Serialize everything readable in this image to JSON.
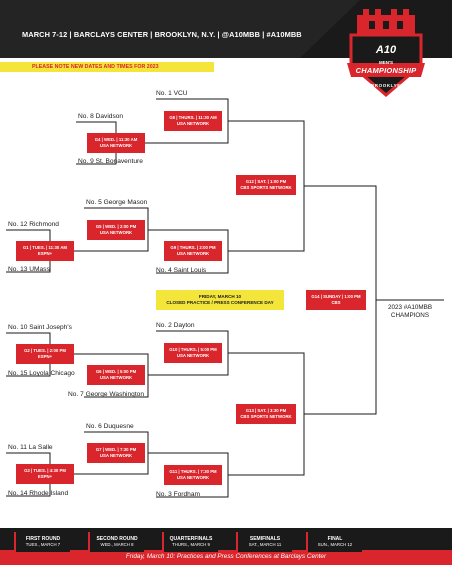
{
  "header": {
    "info": "MARCH 7-12  |  BARCLAYS CENTER  |  BROOKLYN, N.Y.  |  @A10MBB  |  #A10MBB",
    "notice": "PLEASE NOTE NEW DATES AND TIMES FOR 2023"
  },
  "logo": {
    "a10": "A10",
    "mens": "MEN'S",
    "championship": "CHAMPIONSHIP",
    "city": "BROOKLYN"
  },
  "teams": {
    "vcu": "No. 1 VCU",
    "davidson": "No. 8 Davidson",
    "st_bonaventure": "No. 9 St. Bonaventure",
    "george_mason": "No. 5 George Mason",
    "richmond": "No. 12 Richmond",
    "umass": "No. 13 UMass",
    "saint_louis": "No. 4 Saint Louis",
    "saint_josephs": "No. 10 Saint Joseph's",
    "dayton": "No. 2 Dayton",
    "loyola": "No. 15 Loyola Chicago",
    "george_washington": "No. 7 George Washington",
    "duquesne": "No. 6 Duquesne",
    "la_salle": "No. 11 La Salle",
    "rhode_island": "No. 14 Rhode Island",
    "fordham": "No. 3 Fordham"
  },
  "games": {
    "g1": {
      "line1": "G1 | TUES. | 11:30 AM",
      "line2": "ESPN+"
    },
    "g2": {
      "line1": "G2 | TUES. | 2:00 PM",
      "line2": "ESPN+"
    },
    "g3": {
      "line1": "G3 | TUES. | 4:30 PM",
      "line2": "ESPN+"
    },
    "g4": {
      "line1": "G4 | WED. | 11:30 AM",
      "line2": "USA NETWORK"
    },
    "g5": {
      "line1": "G5 | WED. | 2:00 PM",
      "line2": "USA NETWORK"
    },
    "g6": {
      "line1": "G6 | WED. | 5:00 PM",
      "line2": "USA NETWORK"
    },
    "g7": {
      "line1": "G7 | WED. | 7:30 PM",
      "line2": "USA NETWORK"
    },
    "g8": {
      "line1": "G8 | THURS. | 11:30 AM",
      "line2": "USA NETWORK"
    },
    "g9": {
      "line1": "G9 | THURS. | 2:00 PM",
      "line2": "USA NETWORK"
    },
    "g10": {
      "line1": "G10 | THURS. | 5:00 PM",
      "line2": "USA NETWORK"
    },
    "g11": {
      "line1": "G11 | THURS. | 7:30 PM",
      "line2": "USA NETWORK"
    },
    "g12": {
      "line1": "G12 | SAT. | 1:00 PM",
      "line2": "CBS SPORTS NETWORK"
    },
    "g13": {
      "line1": "G13 | SAT. | 3:30 PM",
      "line2": "CBS SPORTS NETWORK"
    },
    "g14": {
      "line1": "G14 | SUNDAY | 1:00 PM",
      "line2": "CBS"
    }
  },
  "champions": {
    "line1": "2023 #A10MBB",
    "line2": "CHAMPIONS"
  },
  "banner": {
    "line1": "FRIDAY, MARCH 10",
    "line2": "CLOSED PRACTICE / PRESS CONFERENCE DAY"
  },
  "rounds": [
    {
      "name": "FIRST ROUND",
      "date": "TUES., MARCH 7"
    },
    {
      "name": "SECOND ROUND",
      "date": "WED., MARCH 8"
    },
    {
      "name": "QUARTERFINALS",
      "date": "THURS., MARCH 9"
    },
    {
      "name": "SEMIFINALS",
      "date": "SAT., MARCH 11"
    },
    {
      "name": "FINAL",
      "date": "SUN., MARCH 12"
    }
  ],
  "footer": {
    "note": "Friday, March 10: Practices and Press Conferences at Barclays Center"
  },
  "colors": {
    "red": "#d9262c",
    "black": "#1a1a1a",
    "yellow": "#f3e53a"
  }
}
